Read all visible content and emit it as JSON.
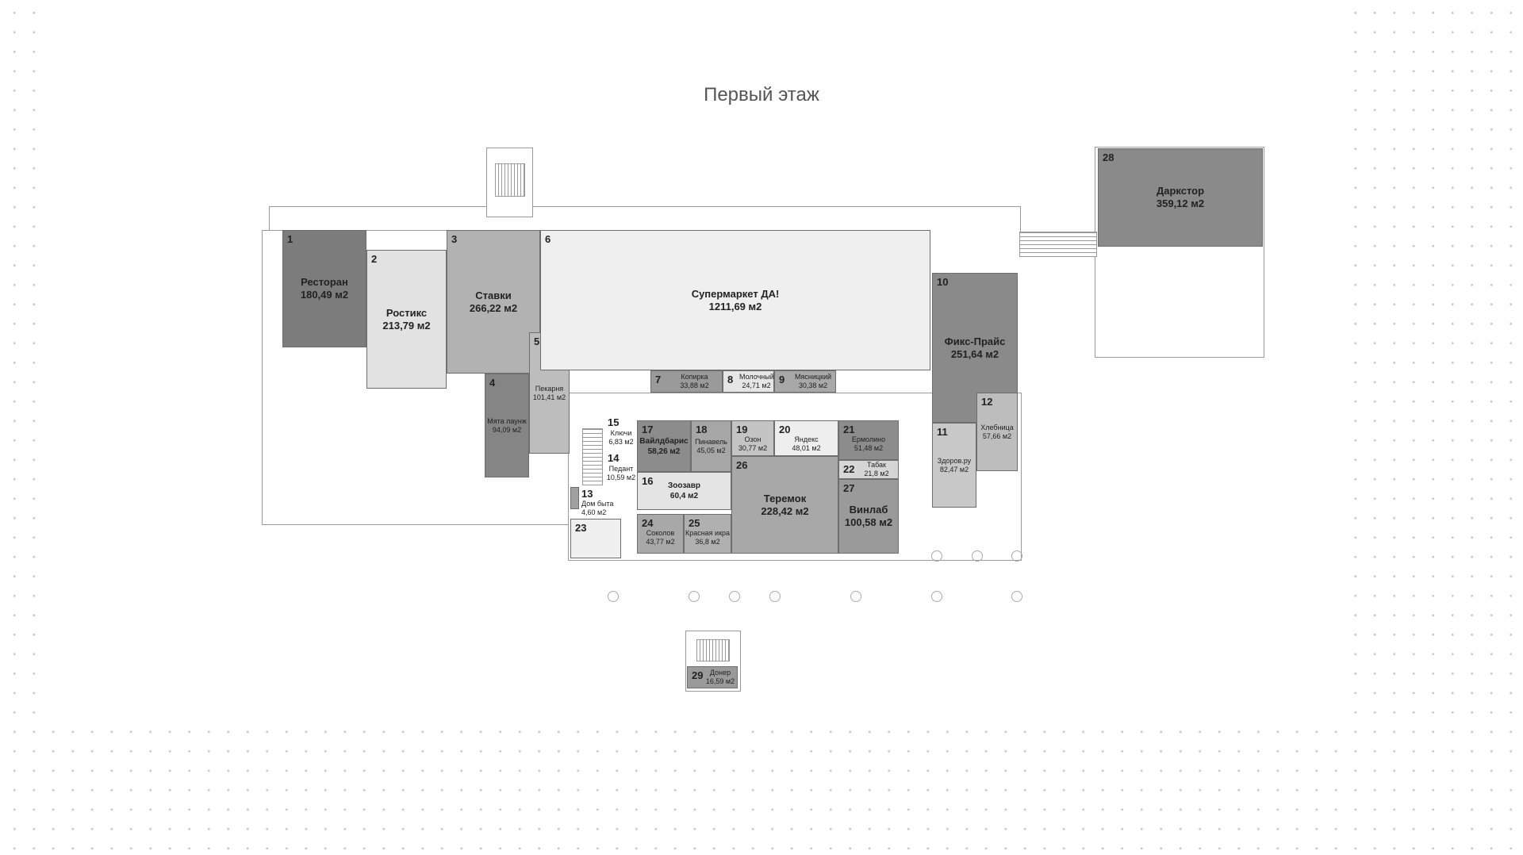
{
  "title": "Первый этаж",
  "rooms": [
    {
      "id": "1",
      "name": "Ресторан",
      "area": "180,49 м2",
      "color": "#7c7c7c"
    },
    {
      "id": "2",
      "name": "Ростикс",
      "area": "213,79 м2",
      "color": "#e2e2e2"
    },
    {
      "id": "3",
      "name": "Ставки",
      "area": "266,22 м2",
      "color": "#b2b2b2"
    },
    {
      "id": "4",
      "name": "Мята лаунж",
      "area": "94,09 м2",
      "color": "#858585"
    },
    {
      "id": "5",
      "name": "Пекарня",
      "area": "101,41 м2",
      "color": "#bdbdbd"
    },
    {
      "id": "6",
      "name": "Супермаркет ДА!",
      "area": "1211,69 м2",
      "color": "#efefef"
    },
    {
      "id": "7",
      "name": "Копирка",
      "area": "33,88 м2",
      "color": "#9a9a9a"
    },
    {
      "id": "8",
      "name": "Молочный",
      "area": "24,71 м2",
      "color": "#e6e6e6"
    },
    {
      "id": "9",
      "name": "Мясницкий",
      "area": "30,38 м2",
      "color": "#a8a8a8"
    },
    {
      "id": "10",
      "name": "Фикс-Прайс",
      "area": "251,64 м2",
      "color": "#8a8a8a"
    },
    {
      "id": "11",
      "name": "Здоров.ру",
      "area": "82,47 м2",
      "color": "#c8c8c8"
    },
    {
      "id": "12",
      "name": "Хлебница",
      "area": "57,66 м2",
      "color": "#bdbdbd"
    },
    {
      "id": "13",
      "name": "Дом быта",
      "area": "4,60 м2",
      "color": "#a0a0a0"
    },
    {
      "id": "14",
      "name": "Педант",
      "area": "10,59 м2",
      "color": "#ffffff"
    },
    {
      "id": "15",
      "name": "Ключи",
      "area": "6,83 м2",
      "color": "#ffffff"
    },
    {
      "id": "16",
      "name": "Зоозавр",
      "area": "60,4 м2",
      "color": "#e4e4e4"
    },
    {
      "id": "17",
      "name": "Вайлдбарис",
      "area": "58,26 м2",
      "color": "#8c8c8c"
    },
    {
      "id": "18",
      "name": "Пинавель",
      "area": "45,05 м2",
      "color": "#a6a6a6"
    },
    {
      "id": "19",
      "name": "Озон",
      "area": "30,77 м2",
      "color": "#c4c4c4"
    },
    {
      "id": "20",
      "name": "Яндекс",
      "area": "48,01 м2",
      "color": "#eeeeee"
    },
    {
      "id": "21",
      "name": "Ермолино",
      "area": "51,48 м2",
      "color": "#8c8c8c"
    },
    {
      "id": "22",
      "name": "Табак",
      "area": "21,8 м2",
      "color": "#d6d6d6"
    },
    {
      "id": "23",
      "name": "",
      "area": "",
      "color": "#f0f0f0"
    },
    {
      "id": "24",
      "name": "Соколов",
      "area": "43,77 м2",
      "color": "#a8a8a8"
    },
    {
      "id": "25",
      "name": "Красная икра",
      "area": "36,8 м2",
      "color": "#b0b0b0"
    },
    {
      "id": "26",
      "name": "Теремок",
      "area": "228,42 м2",
      "color": "#a8a8a8"
    },
    {
      "id": "27",
      "name": "Винлаб",
      "area": "100,58 м2",
      "color": "#9a9a9a"
    },
    {
      "id": "28",
      "name": "Даркстор",
      "area": "359,12 м2",
      "color": "#8a8a8a"
    },
    {
      "id": "29",
      "name": "Донер",
      "area": "16,59 м2",
      "color": "#9a9a9a"
    }
  ]
}
